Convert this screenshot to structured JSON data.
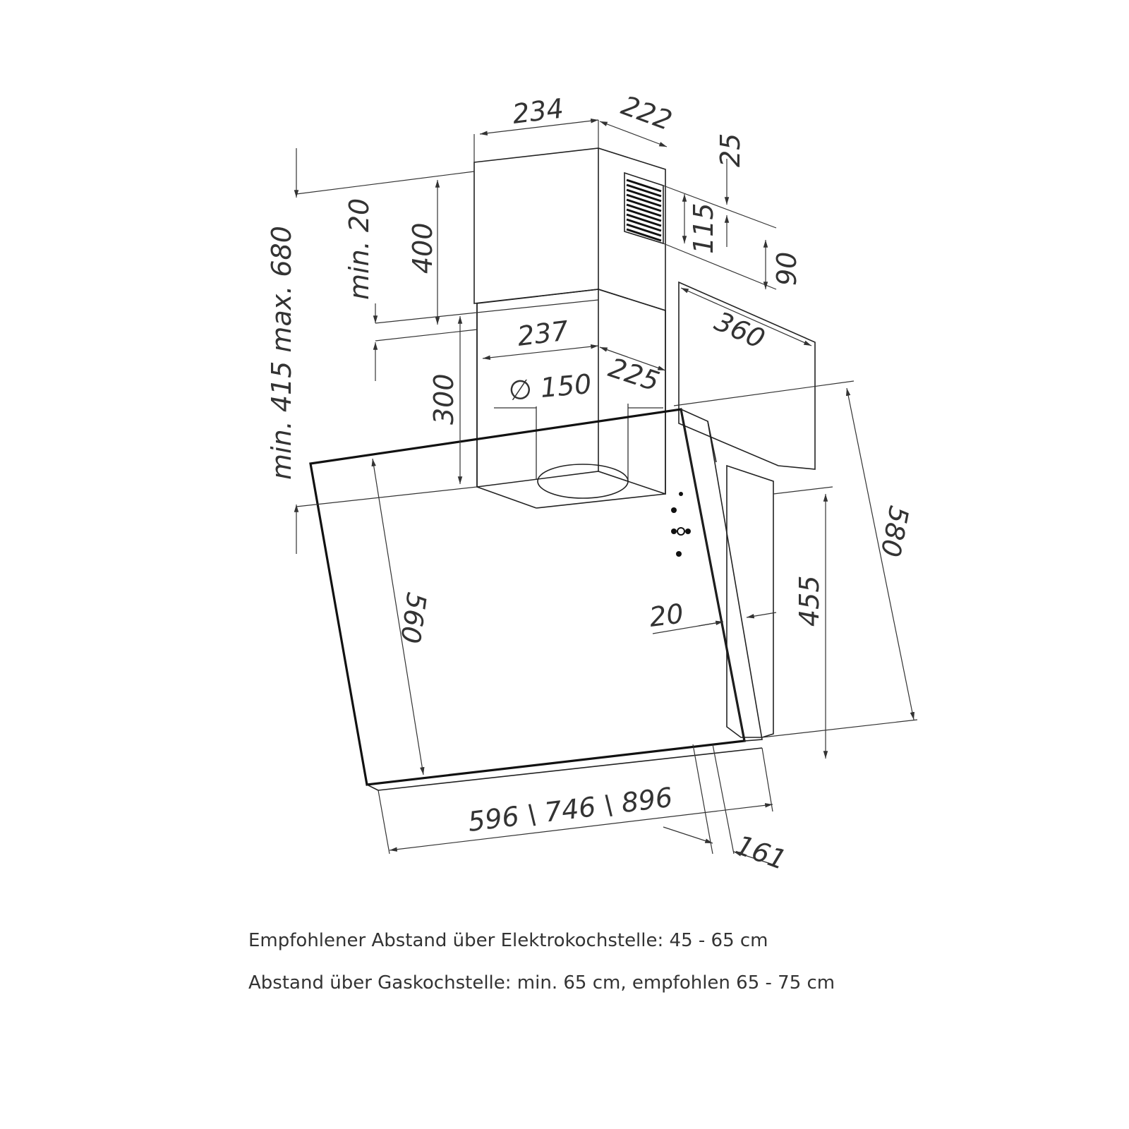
{
  "dimensions": {
    "chimney_width_top": "234",
    "chimney_depth_top": "222",
    "vent_offset": "25",
    "vent_height": "115",
    "vent_bottom": "90",
    "total_height": "min. 415 max. 680",
    "overlap": "min. 20",
    "upper_chimney_height": "400",
    "lower_chimney_width": "237",
    "lower_chimney_depth": "225",
    "duct_diameter": "∅ 150",
    "lower_chimney_height": "300",
    "bracket_depth": "360",
    "side_height": "580",
    "hood_height": "560",
    "glass_thickness": "20",
    "wall_height": "455",
    "widths": "596 \\ 746 \\ 896",
    "bottom_depth": "161"
  },
  "notes": {
    "electric": "Empfohlener Abstand über Elektrokochstelle: 45 - 65 cm",
    "gas": "Abstand über Gaskochstelle: min. 65 cm, empfohlen 65 - 75 cm"
  }
}
